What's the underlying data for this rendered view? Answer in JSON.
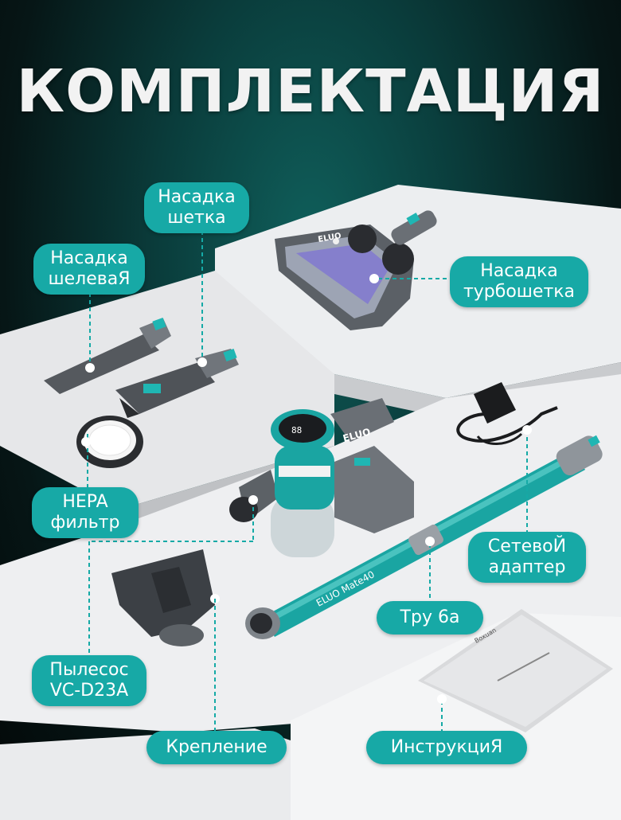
{
  "title": "КОМПЛЕКТАЦИЯ",
  "colors": {
    "accent": "#17a9a6",
    "background": "#0a3c3b",
    "platform": "#e8e9eb"
  },
  "brand": {
    "logo_text": "ELUO",
    "tube_text": "ELUO Mate40"
  },
  "labels": {
    "brush_line1": "Насадка",
    "brush_line2": "шетка",
    "crevice_line1": "Насадка",
    "crevice_line2": "шелеваЯ",
    "turbo_line1": "Насадка",
    "turbo_line2": "турбошетка",
    "hepa_line1": "HEPA",
    "hepa_line2": "фильтр",
    "adapter_line1": "СетевоЙ",
    "adapter_line2": "адаптер",
    "tube": "Тру 6а",
    "vacuum_line1": "Пылесос",
    "vacuum_line2": "VC-D23A",
    "mount": "Крепление",
    "manual": "ИнструкциЯ"
  }
}
